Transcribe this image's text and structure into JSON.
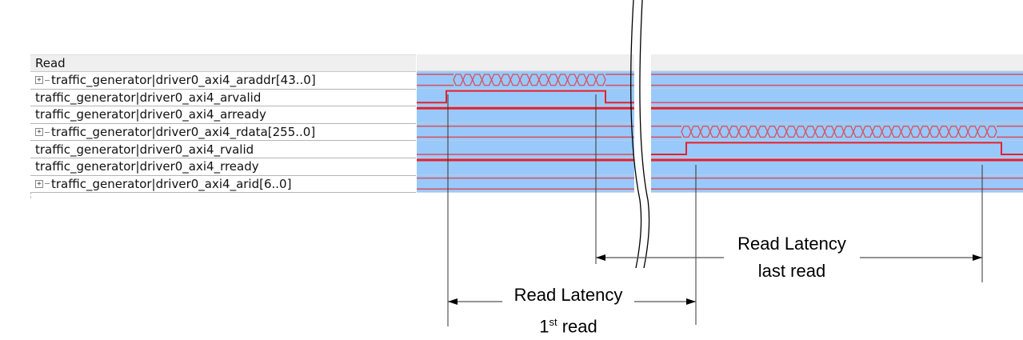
{
  "header": {
    "group_label": "Read"
  },
  "signals": [
    {
      "name": "traffic_generator|driver0_axi4_araddr[43..0]",
      "expandable": true,
      "type": "bus"
    },
    {
      "name": "traffic_generator|driver0_axi4_arvalid",
      "expandable": false,
      "type": "bit"
    },
    {
      "name": "traffic_generator|driver0_axi4_arready",
      "expandable": false,
      "type": "bit"
    },
    {
      "name": "traffic_generator|driver0_axi4_rdata[255..0]",
      "expandable": true,
      "type": "bus"
    },
    {
      "name": "traffic_generator|driver0_axi4_rvalid",
      "expandable": false,
      "type": "bit"
    },
    {
      "name": "traffic_generator|driver0_axi4_rready",
      "expandable": false,
      "type": "bit"
    },
    {
      "name": "traffic_generator|driver0_axi4_arid[6..0]",
      "expandable": true,
      "type": "bus"
    }
  ],
  "annotations": {
    "first": {
      "line1": "Read Latency",
      "line2_num": "1",
      "line2_sup": "st",
      "line2_rest": " read"
    },
    "last": {
      "line1": "Read Latency",
      "line2": "last read"
    }
  },
  "colors": {
    "wave_bg": "#99c9fb",
    "signal": "#e8202a",
    "bus_line": "#d8505c",
    "header_bg": "#efefef"
  },
  "icons": {
    "expand": "plus-box-icon",
    "break": "time-break-icon"
  }
}
